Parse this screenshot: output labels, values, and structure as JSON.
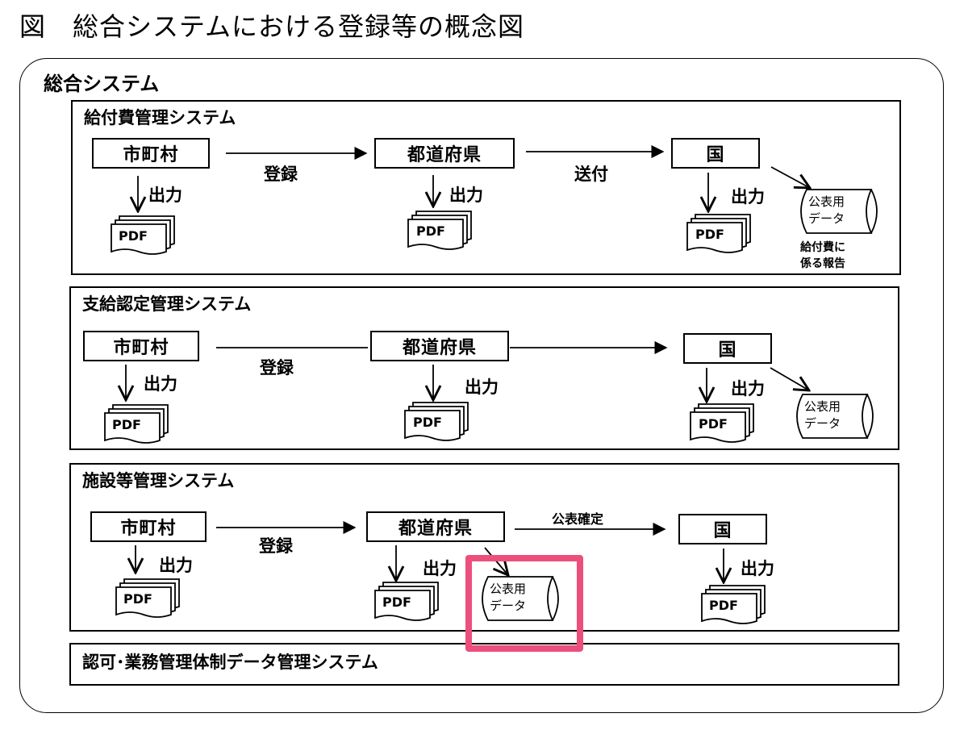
{
  "title": "図　総合システムにおける登録等の概念図",
  "outer_label": "総合システム",
  "systems": [
    {
      "label": "給付費管理システム",
      "nodes": {
        "municipality": "市町村",
        "prefecture": "都道府県",
        "country": "国"
      },
      "edges": {
        "register": "登録",
        "send": "送付"
      },
      "output_label": "出力",
      "pdf_label": "PDF",
      "public_data": {
        "line1": "公表用",
        "line2": "データ",
        "note_line1": "給付費に",
        "note_line2": "係る報告"
      }
    },
    {
      "label": "支給認定管理システム",
      "nodes": {
        "municipality": "市町村",
        "prefecture": "都道府県",
        "country": "国"
      },
      "edges": {
        "register": "登録"
      },
      "output_label": "出力",
      "pdf_label": "PDF",
      "public_data": {
        "line1": "公表用",
        "line2": "データ"
      }
    },
    {
      "label": "施設等管理システム",
      "nodes": {
        "municipality": "市町村",
        "prefecture": "都道府県",
        "country": "国"
      },
      "edges": {
        "register": "登録",
        "confirm": "公表確定"
      },
      "output_label": "出力",
      "pdf_label": "PDF",
      "public_data": {
        "line1": "公表用",
        "line2": "データ"
      }
    },
    {
      "label": "認可･業務管理体制データ管理システム"
    }
  ],
  "colors": {
    "highlight": "#ec4f7b",
    "stroke": "#000000"
  }
}
